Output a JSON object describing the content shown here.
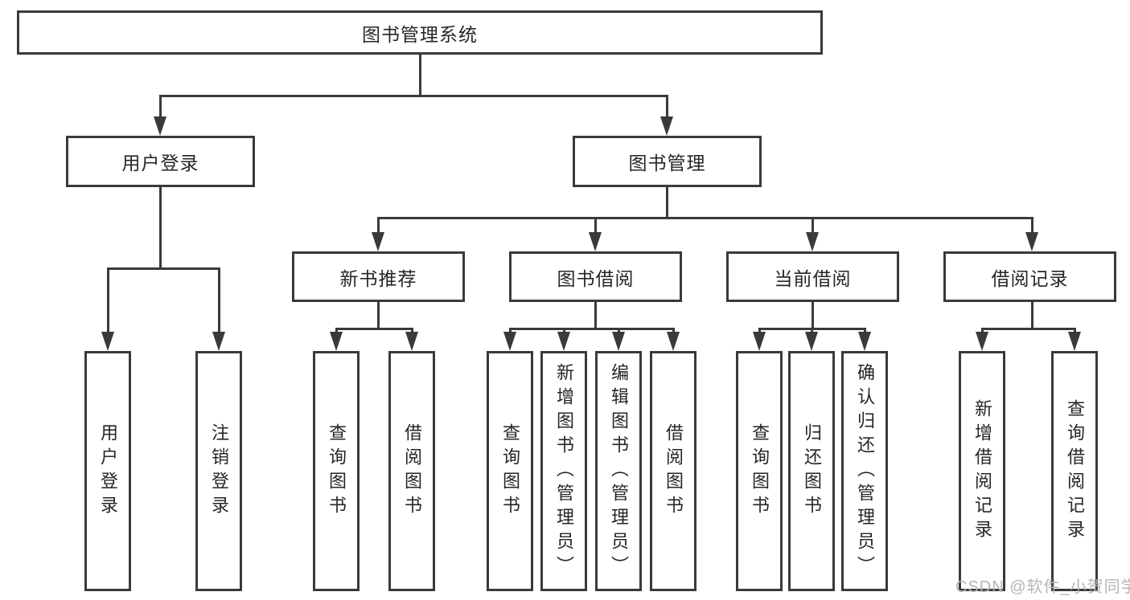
{
  "tree": {
    "root": {
      "label": "图书管理系统",
      "children": [
        {
          "label": "用户登录",
          "children": [
            {
              "label": "用户登录"
            },
            {
              "label": "注销登录"
            }
          ]
        },
        {
          "label": "图书管理",
          "children": [
            {
              "label": "新书推荐",
              "children": [
                {
                  "label": "查询图书"
                },
                {
                  "label": "借阅图书"
                }
              ]
            },
            {
              "label": "图书借阅",
              "children": [
                {
                  "label": "查询图书"
                },
                {
                  "label": "新增图书（管理员）"
                },
                {
                  "label": "编辑图书（管理员）"
                },
                {
                  "label": "借阅图书"
                }
              ]
            },
            {
              "label": "当前借阅",
              "children": [
                {
                  "label": "查询图书"
                },
                {
                  "label": "归还图书"
                },
                {
                  "label": "确认归还（管理员）"
                }
              ]
            },
            {
              "label": "借阅记录",
              "children": [
                {
                  "label": "新增借阅记录"
                },
                {
                  "label": "查询借阅记录"
                }
              ]
            }
          ]
        }
      ]
    }
  },
  "watermark": {
    "text": "CSDN @软件_小贺同学"
  },
  "colors": {
    "line": "#3a3a3a",
    "text": "#262626",
    "watermark": "#b5b5b5",
    "background": "#ffffff"
  }
}
